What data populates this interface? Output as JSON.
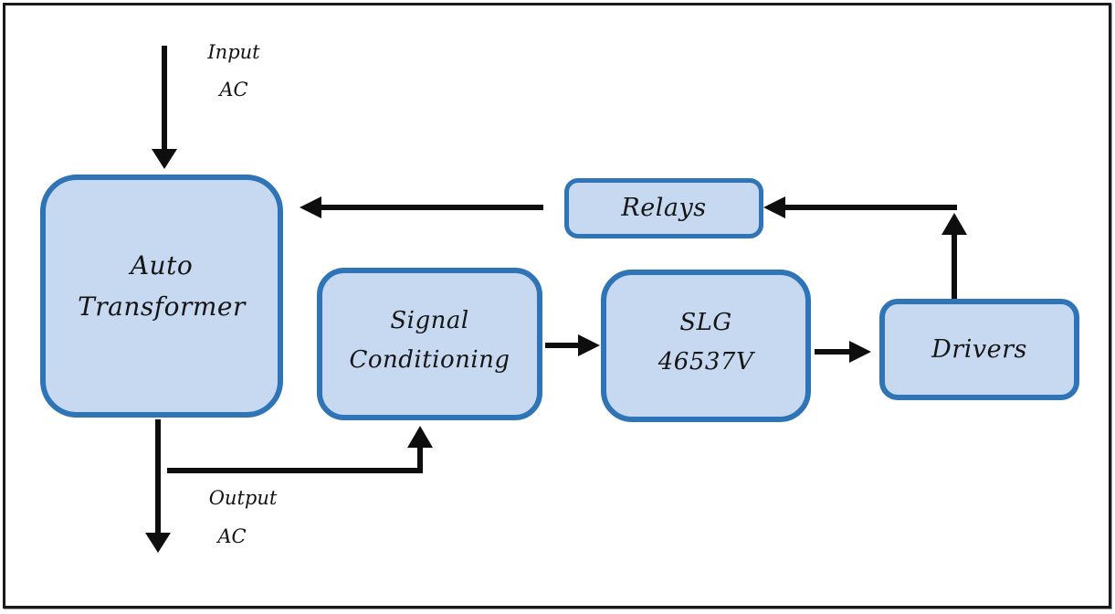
{
  "diagram": {
    "boxes": {
      "auto_transformer": {
        "line1": "Auto",
        "line2": "Transformer"
      },
      "signal_conditioning": {
        "line1": "Signal",
        "line2": "Conditioning"
      },
      "slg": {
        "line1": "SLG",
        "line2": "46537V"
      },
      "drivers": {
        "label": "Drivers"
      },
      "relays": {
        "label": "Relays"
      }
    },
    "annotations": {
      "input": {
        "line1": "Input",
        "line2": "AC"
      },
      "output": {
        "line1": "Output",
        "line2": "AC"
      }
    },
    "colors": {
      "box_fill": "#c6d9f0",
      "box_border": "#2e74b6",
      "arrow": "#0e0e0e",
      "frame": "#1a1a1a",
      "background": "#ffffff"
    }
  }
}
